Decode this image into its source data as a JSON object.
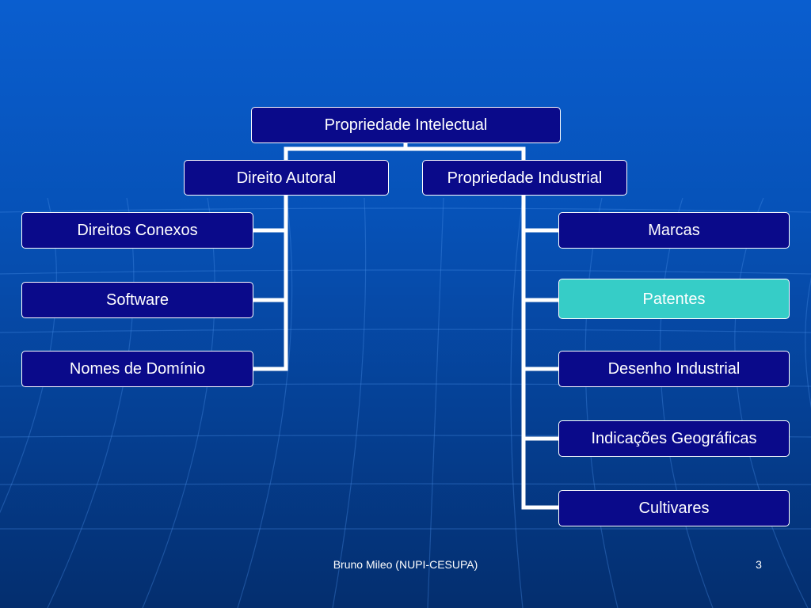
{
  "colors": {
    "node_fill": "#0a0a8a",
    "node_highlight_fill": "#36cdc7",
    "connector": "#ffffff",
    "background_top": "#0a5ecf",
    "background_bottom": "#042e6e"
  },
  "diagram": {
    "root": "Propriedade Intelectual",
    "branches": [
      {
        "label": "Direito Autoral",
        "children": [
          "Direitos Conexos",
          "Software",
          "Nomes de Domínio"
        ]
      },
      {
        "label": "Propriedade Industrial",
        "children": [
          "Marcas",
          "Patentes",
          "Desenho Industrial",
          "Indicações Geográficas",
          "Cultivares"
        ],
        "highlighted_child": "Patentes"
      }
    ]
  },
  "footer": {
    "text": "Bruno Mileo (NUPI-CESUPA)",
    "page_number": "3"
  }
}
